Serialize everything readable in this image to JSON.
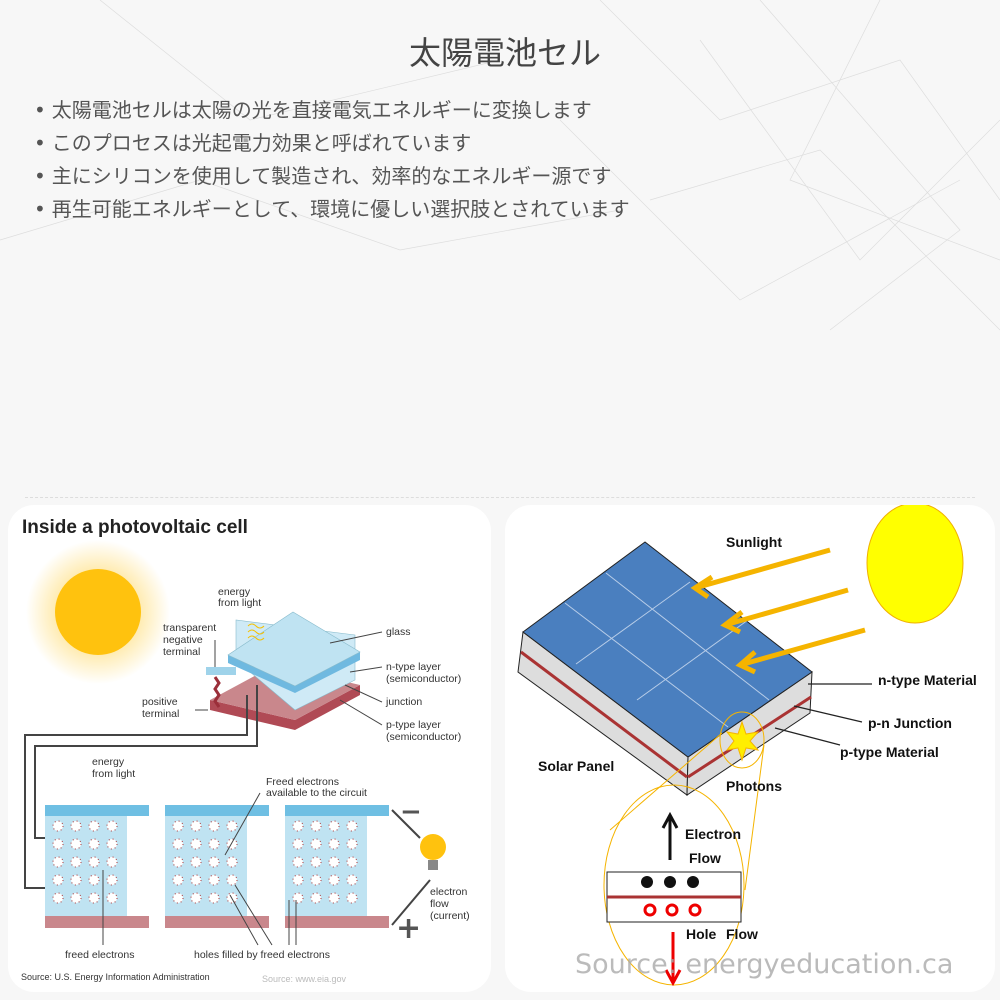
{
  "slide": {
    "title": "太陽電池セル",
    "bullets": [
      "太陽電池セルは太陽の光を直接電気エネルギーに変換します",
      "このプロセスは光起電力効果と呼ばれています",
      "主にシリコンを使用して製造され、効率的なエネルギー源です",
      "再生可能エネルギーとして、環境に優しい選択肢とされています"
    ]
  },
  "left_figure": {
    "title": "Inside a photovoltaic cell",
    "labels": {
      "energy_top_1": "energy",
      "energy_top_2": "from light",
      "transparent_1": "transparent",
      "transparent_2": "negative",
      "transparent_3": "terminal",
      "glass": "glass",
      "ntype_1": "n-type layer",
      "ntype_2": "(semiconductor)",
      "junction": "junction",
      "ptype_1": "p-type layer",
      "ptype_2": "(semiconductor)",
      "positive_1": "positive",
      "positive_2": "terminal",
      "energy_bottom_1": "energy",
      "energy_bottom_2": "from light",
      "freed_avail_1": "Freed electrons",
      "freed_avail_2": "available to the circuit",
      "electron_flow_1": "electron",
      "electron_flow_2": "flow",
      "electron_flow_3": "(current)",
      "freed_electrons": "freed electrons",
      "holes_filled": "holes filled by freed electrons",
      "minus": "−",
      "plus": "+"
    },
    "source": "Source: U.S. Energy Information Administration",
    "watermark": "Source: www.eia.gov"
  },
  "right_figure": {
    "labels": {
      "sunlight": "Sunlight",
      "ntype": "n-type Material",
      "pn_junction": "p-n Junction",
      "ptype": "p-type Material",
      "solar_panel": "Solar Panel",
      "photons": "Photons",
      "electron_flow_1": "Electron",
      "electron_flow_2": "Flow",
      "hole_flow_1": "Hole",
      "hole_flow_2": "Flow"
    },
    "watermark": "Source: energyeducation.ca"
  },
  "colors": {
    "sun": "#ffc20e",
    "panel": "#4a7fbf",
    "arrow": "#f5b400",
    "cell_blue": "#bfe3f2",
    "p_layer": "#c9878c"
  }
}
